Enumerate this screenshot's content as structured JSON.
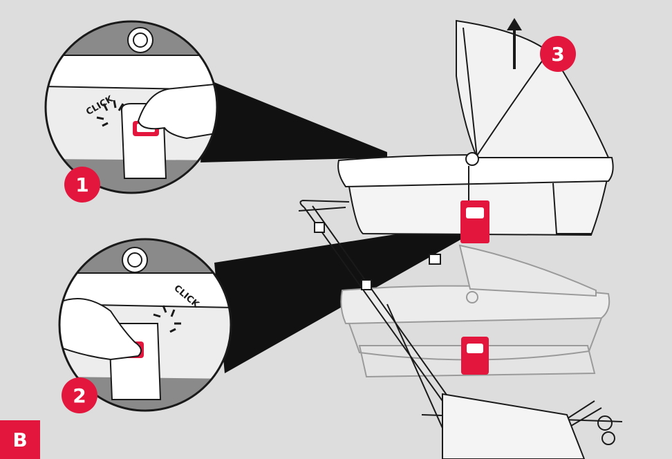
{
  "section_label": "B",
  "steps": [
    {
      "number": "1",
      "click_text": "CLICK"
    },
    {
      "number": "2",
      "click_text": "CLICK"
    },
    {
      "number": "3"
    }
  ],
  "colors": {
    "background": "#dddddd",
    "accent_red": "#e3173e",
    "line": "#1a1a1a",
    "white": "#ffffff",
    "ghost_line": "#9a9a9a",
    "callout_fill": "#111111"
  },
  "icons": {
    "lift_arrow": "up-arrow-icon",
    "release_button": "latch-button-icon"
  }
}
